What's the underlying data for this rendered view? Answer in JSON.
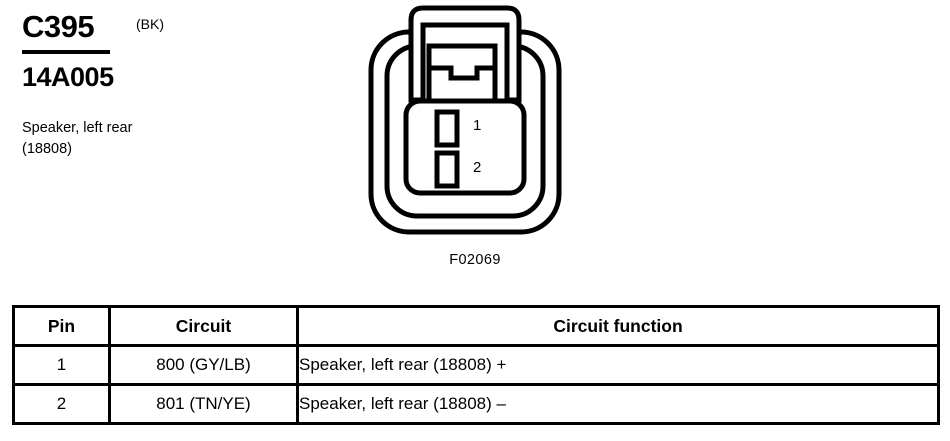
{
  "header": {
    "connector_id": "C395",
    "color_code": "(BK)",
    "part_number": "14A005",
    "component_description": "Speaker, left rear\n(18808)"
  },
  "connector_figure": {
    "figure_label": "F02069",
    "pin_labels": [
      "1",
      "2"
    ],
    "cavity_count": 2,
    "line_color": "#000000",
    "fill_color": "#ffffff"
  },
  "pinout_table": {
    "columns": [
      "Pin",
      "Circuit",
      "Circuit function"
    ],
    "rows": [
      {
        "pin": "1",
        "circuit": "800 (GY/LB)",
        "function": "Speaker, left rear (18808) +"
      },
      {
        "pin": "2",
        "circuit": "801 (TN/YE)",
        "function": "Speaker, left rear (18808) –"
      }
    ]
  }
}
